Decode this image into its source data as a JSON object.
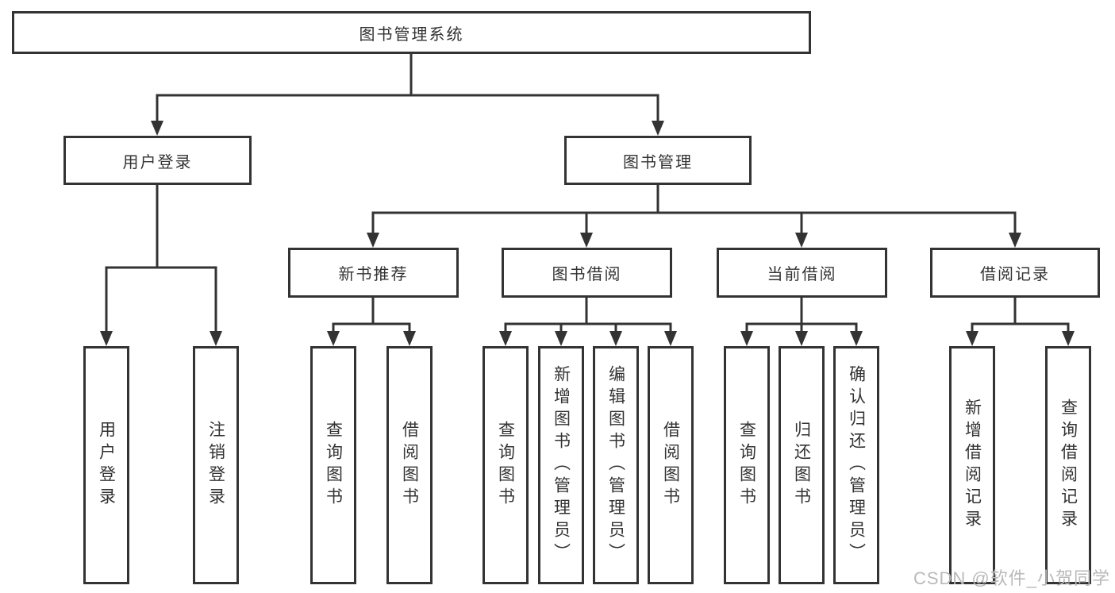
{
  "tree": {
    "root": {
      "label": "图书管理系统"
    },
    "children": [
      {
        "label": "用户登录",
        "leaves": [
          {
            "label": "用户登录"
          },
          {
            "label": "注销登录"
          }
        ]
      },
      {
        "label": "图书管理",
        "children": [
          {
            "label": "新书推荐",
            "leaves": [
              {
                "label": "查询图书"
              },
              {
                "label": "借阅图书"
              }
            ]
          },
          {
            "label": "图书借阅",
            "leaves": [
              {
                "label": "查询图书"
              },
              {
                "label": "新增图书（管理员）"
              },
              {
                "label": "编辑图书（管理员）"
              },
              {
                "label": "借阅图书"
              }
            ]
          },
          {
            "label": "当前借阅",
            "leaves": [
              {
                "label": "查询图书"
              },
              {
                "label": "归还图书"
              },
              {
                "label": "确认归还（管理员）"
              }
            ]
          },
          {
            "label": "借阅记录",
            "leaves": [
              {
                "label": "新增借阅记录"
              },
              {
                "label": "查询借阅记录"
              }
            ]
          }
        ]
      }
    ]
  },
  "watermark": {
    "text": "CSDN @软件_小贺同学"
  },
  "colors": {
    "line": "#333333",
    "box_border": "#333333",
    "box_fill": "#ffffff",
    "text": "#333333",
    "watermark": "#b9b9b9"
  }
}
